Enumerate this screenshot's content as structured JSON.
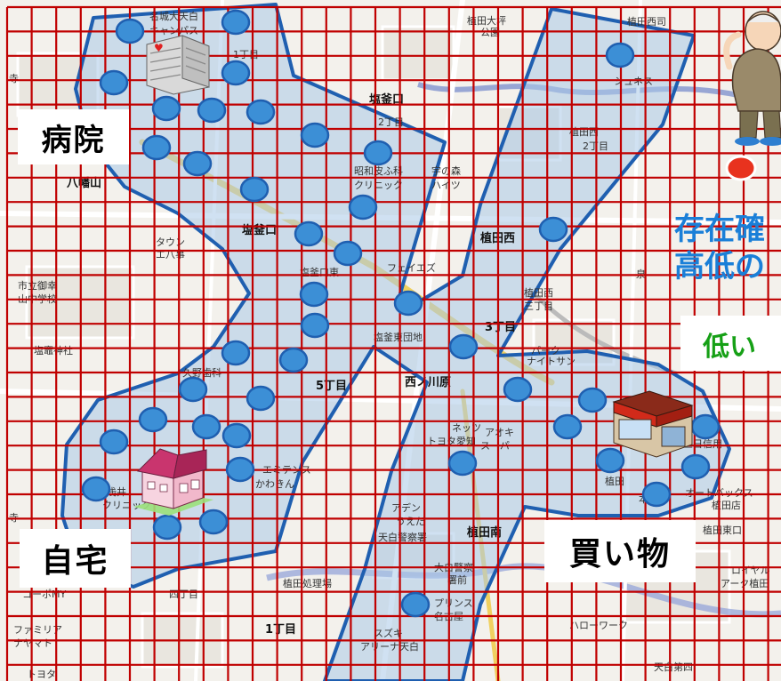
{
  "labels": {
    "hospital": "病院",
    "home": "自宅",
    "shopping": "買い物"
  },
  "legend": {
    "title_line1": "存在確",
    "title_line2": "高低の",
    "low": "低い"
  },
  "map_labels": [
    "名城大天白",
    "キャンパス",
    "1丁目",
    "植田大坪",
    "公園",
    "植田西司",
    "塩釜口",
    "2丁目",
    "シュネス",
    "八幡山",
    "昭和皮ふ科",
    "クリニック",
    "宇の森",
    "ハイツ",
    "植田西",
    "2丁目",
    "タウン",
    "エ八事",
    "塩釜口",
    "植田西",
    "市立御幸",
    "山中学校",
    "塩釜口東",
    "フェイエズ",
    "植田西",
    "三丁目",
    "塩竈神社",
    "久野歯科",
    "5丁目",
    "3丁目",
    "パーク",
    "ナイトサン",
    "塩釜東団地",
    "西ノ川原",
    "ネッツ",
    "トヨタ愛知",
    "アオキ",
    "スーパー",
    "三日信用",
    "植田",
    "浅井",
    "クリニック",
    "エミテンス",
    "かわきん",
    "オートバックス",
    "植田店",
    "本長",
    "アデン",
    "うえだ",
    "天白警察署",
    "植田南",
    "植田東口",
    "大白警察",
    "署前",
    "ロイヤル",
    "アーク植田",
    "植田処理場",
    "四丁目",
    "コーポMY",
    "プリンス",
    "名古屋",
    "ファミリア",
    "ナヤマト",
    "1丁目",
    "スズキ",
    "アリーナ天白",
    "ハローワーク",
    "天白第四",
    "寺",
    "寺",
    "トヨタ",
    "泉",
    "天白"
  ],
  "colors": {
    "grid": "#c00000",
    "region_fill": "#a9c8e8",
    "region_stroke": "#1f5fb0",
    "marker": "#3c8fd6",
    "person_marker": "#e8321e",
    "legend_title": "#1a7fd8",
    "legend_low": "#16a016",
    "road_main": "#f0d060",
    "river": "#7a8ccc"
  },
  "icons": [
    "hospital-building-icon",
    "house-icon",
    "shop-icon",
    "elderly-person-icon"
  ]
}
